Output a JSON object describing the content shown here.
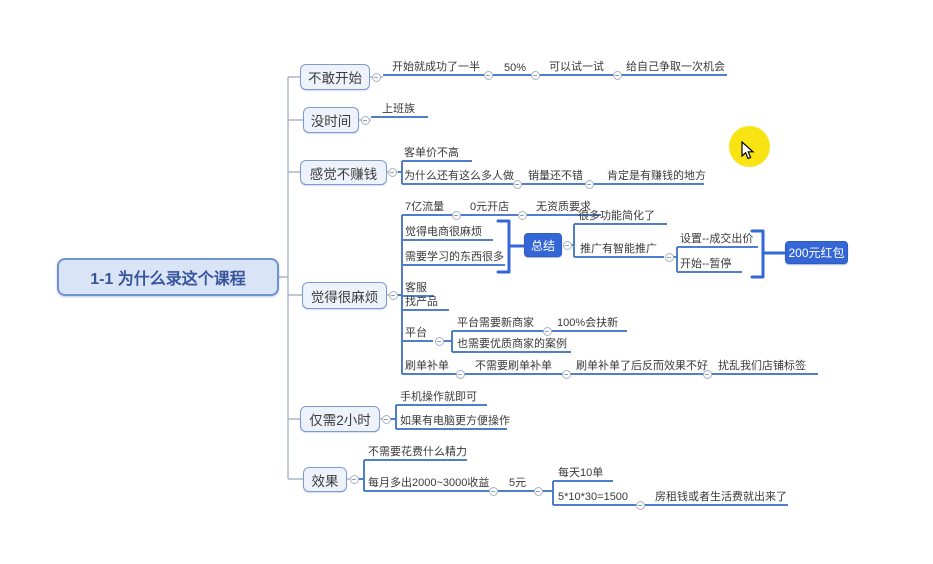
{
  "mindmap": {
    "root": {
      "label": "1-1 为什么录这个课程"
    },
    "branches": [
      {
        "label": "不敢开始",
        "children": [
          {
            "label": "开始就成功了一半"
          },
          {
            "label": "50%"
          },
          {
            "label": "可以试一试"
          },
          {
            "label": "给自己争取一次机会"
          }
        ]
      },
      {
        "label": "没时间",
        "children": [
          {
            "label": "上班族"
          }
        ]
      },
      {
        "label": "感觉不赚钱",
        "children": [
          {
            "label": "客单价不高"
          },
          {
            "label": "为什么还有这么多人做"
          },
          {
            "label": "销量还不错"
          },
          {
            "label": "肯定是有赚钱的地方"
          }
        ]
      },
      {
        "label": "觉得很麻烦",
        "children": [
          {
            "label": "7亿流量"
          },
          {
            "label": "0元开店"
          },
          {
            "label": "无资质要求"
          },
          {
            "label": "觉得电商很麻烦"
          },
          {
            "label": "需要学习的东西很多"
          },
          {
            "label": "客服"
          },
          {
            "label": "找产品"
          },
          {
            "label": "平台"
          },
          {
            "label": "平台需要新商家"
          },
          {
            "label": "100%会扶新"
          },
          {
            "label": "也需要优质商家的案例"
          },
          {
            "label": "刷单补单"
          },
          {
            "label": "不需要刷单补单"
          },
          {
            "label": "刷单补单了后反而效果不好"
          },
          {
            "label": "扰乱我们店铺标签"
          }
        ]
      },
      {
        "label": "仅需2小时",
        "children": [
          {
            "label": "手机操作就即可"
          },
          {
            "label": "如果有电脑更方便操作"
          }
        ]
      },
      {
        "label": "效果",
        "children": [
          {
            "label": "不需要花费什么精力"
          },
          {
            "label": "每月多出2000~3000收益"
          },
          {
            "label": "5元"
          },
          {
            "label": "每天10单"
          },
          {
            "label": "5*10*30=1500"
          },
          {
            "label": "房租钱或者生活费就出来了"
          }
        ]
      }
    ],
    "summary": {
      "node": "总结",
      "children": [
        {
          "label": "很多功能简化了"
        },
        {
          "label": "推广有智能推广"
        },
        {
          "label": "设置--成交出价"
        },
        {
          "label": "开始--暂停"
        }
      ],
      "reward": "200元红包"
    }
  },
  "icons": {
    "collapse_toggle": "minus-circle-icon",
    "mouse_cursor": "arrow-pointer-icon"
  },
  "colors": {
    "accent_blue": "#3566d6",
    "chain_line_blue": "#4f7ecb",
    "spine_gray": "#a9b6c9",
    "branch_fill": "#eef2fa",
    "branch_border": "#7b9bd2",
    "root_fill": "#d9e4f6",
    "root_border": "#7193cf",
    "root_text": "#39559c",
    "highlight_yellow": "#f7e412"
  }
}
